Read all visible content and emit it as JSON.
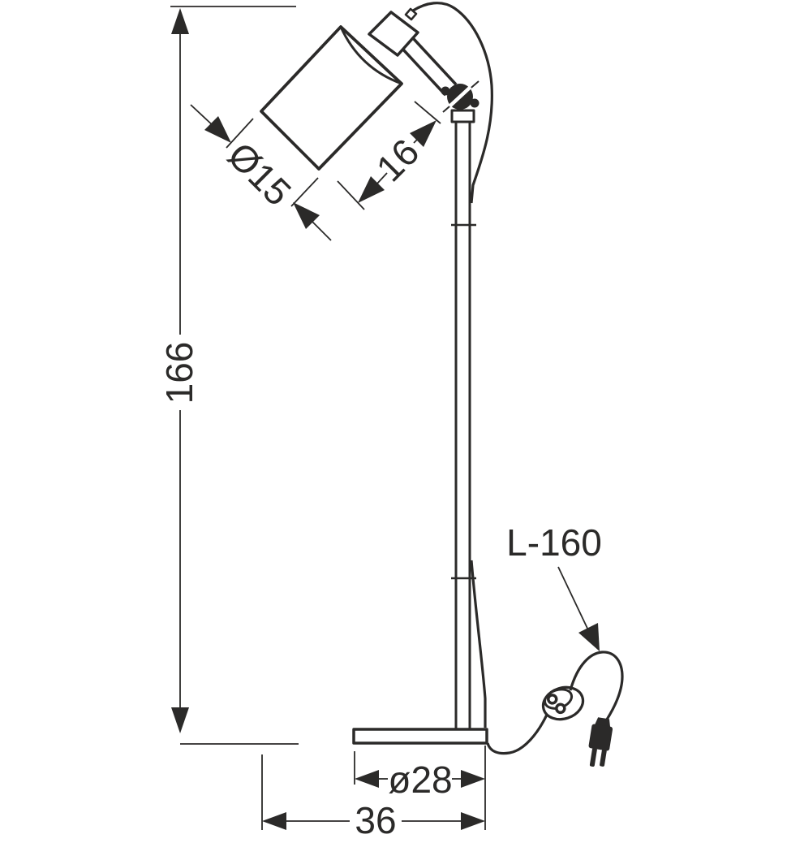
{
  "drawing": {
    "background_color": "#ffffff",
    "line_color": "#2b2a29",
    "labels": {
      "height": "166",
      "shade_diameter": "Ø15",
      "shade_length": "16",
      "cable_length": "L-160",
      "base_diameter": "ø28",
      "overall_width": "36"
    }
  }
}
